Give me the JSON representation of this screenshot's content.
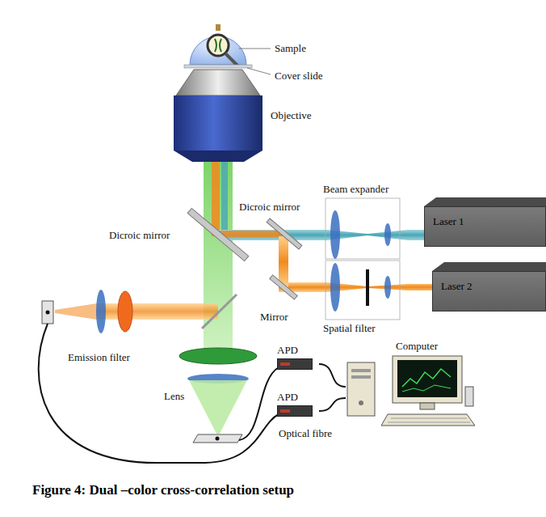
{
  "diagram": {
    "caption": "Figure 4: Dual –color cross-correlation setup",
    "nodes": [
      {
        "text": [
          "Laser 1"
        ]
      },
      {
        "text": [
          "Laser 2"
        ]
      },
      {
        "text": [
          "APD"
        ]
      },
      {
        "text": [
          "APD"
        ]
      },
      {
        "text": [
          "Computer"
        ]
      }
    ],
    "edges": [
      {
        "from": 2,
        "to": 4,
        "arrow": "none"
      },
      {
        "from": 3,
        "to": 4,
        "arrow": "none"
      }
    ],
    "labels": [
      "Sample",
      "Cover slide",
      "Objective",
      "Dicroic mirror",
      "Dicroic mirror",
      "Beam expander",
      "Mirror",
      "Spatial filter",
      "Emission filter",
      "Lens",
      "Optical fibre"
    ]
  }
}
